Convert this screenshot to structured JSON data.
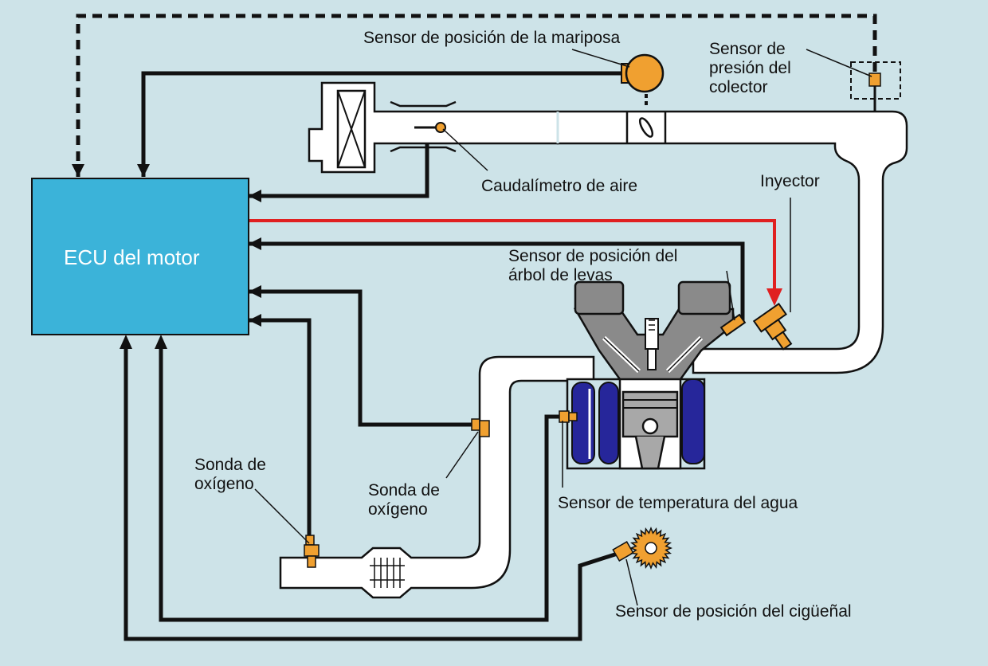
{
  "ecu": {
    "label": "ECU del motor",
    "color": "#3bb3d9"
  },
  "labels": {
    "throttle_sensor": "Sensor de posición de la mariposa",
    "map_sensor": [
      "Sensor de",
      "presión del",
      "colector"
    ],
    "air_flow_meter": "Caudalímetro de aire",
    "injector": "Inyector",
    "camshaft_sensor": [
      "Sensor de posición del",
      "árbol de levas"
    ],
    "oxygen_sensor_left": [
      "Sonda de",
      "oxígeno"
    ],
    "oxygen_sensor_center": [
      "Sonda de",
      "oxígeno"
    ],
    "water_temp_sensor": "Sensor de temperatura del agua",
    "crankshaft_sensor": "Sensor de posición del cigüeñal"
  },
  "colors": {
    "background": "#cde3e8",
    "sensor_orange": "#f0a030",
    "signal_red": "#e02020",
    "coolant_blue": "#26269a",
    "engine_gray": "#8a8a8a",
    "wire": "#111111"
  }
}
